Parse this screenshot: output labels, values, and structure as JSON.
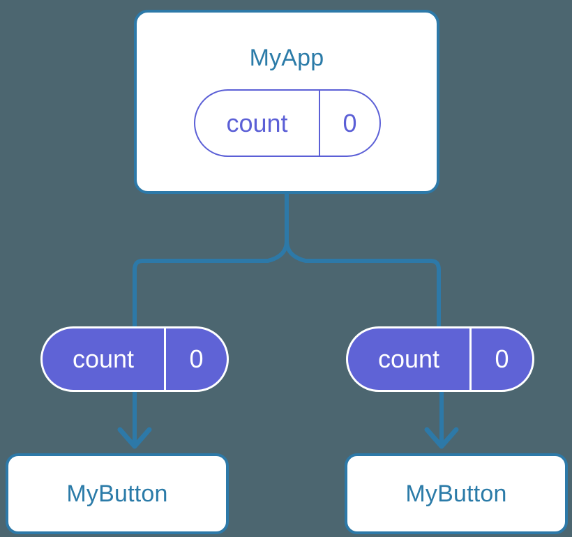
{
  "diagram": {
    "type": "component-state-tree",
    "background_color": "#4c6670",
    "palette": {
      "component_border": "#2d79a8",
      "component_text": "#2b7ba8",
      "component_fill": "#ffffff",
      "state_outline": "#5b5fd6",
      "state_fill": "#5f63d6",
      "state_text_on_fill": "#ffffff",
      "connector": "#2d79a8"
    },
    "root": {
      "title": "MyApp",
      "state": {
        "key": "count",
        "value": "0"
      }
    },
    "branches": [
      {
        "side": "left",
        "state": {
          "key": "count",
          "value": "0"
        },
        "component": {
          "title": "MyButton"
        }
      },
      {
        "side": "right",
        "state": {
          "key": "count",
          "value": "0"
        },
        "component": {
          "title": "MyButton"
        }
      }
    ],
    "connectors": [
      {
        "name": "root-fork",
        "from": "MyApp",
        "to": [
          "left state pill",
          "right state pill"
        ],
        "arrowhead": false
      },
      {
        "name": "left-state-to-button",
        "from": "left state pill",
        "to": "left MyButton",
        "arrowhead": true
      },
      {
        "name": "right-state-to-button",
        "from": "right state pill",
        "to": "right MyButton",
        "arrowhead": true
      }
    ]
  }
}
